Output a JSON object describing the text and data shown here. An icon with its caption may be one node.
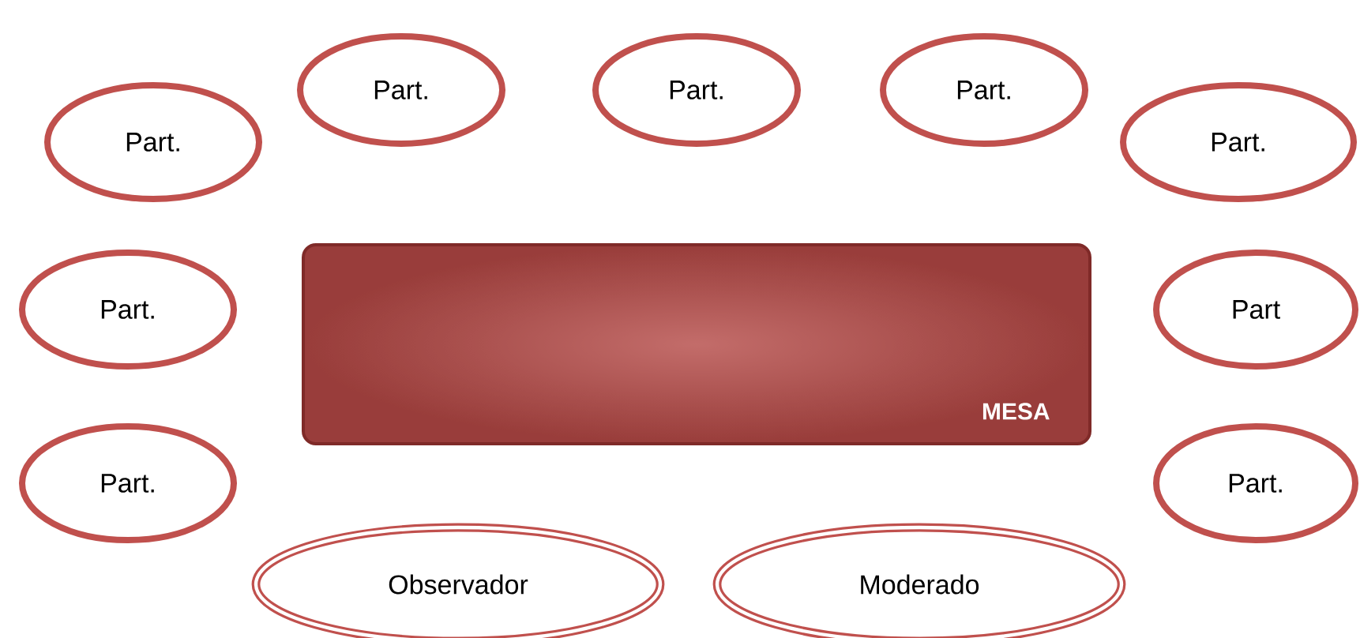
{
  "diagram": {
    "nodes": [
      {
        "text": [
          "Part."
        ]
      },
      {
        "text": [
          "Part."
        ]
      },
      {
        "text": [
          "Part."
        ]
      },
      {
        "text": [
          "Part."
        ]
      },
      {
        "text": [
          "Part."
        ]
      },
      {
        "text": [
          "Part."
        ]
      },
      {
        "text": [
          "MESA"
        ]
      },
      {
        "text": [
          "Part"
        ]
      },
      {
        "text": [
          "Part."
        ]
      },
      {
        "text": [
          "Part."
        ]
      },
      {
        "text": [
          "Observador"
        ]
      },
      {
        "text": [
          "Moderado"
        ]
      }
    ]
  }
}
